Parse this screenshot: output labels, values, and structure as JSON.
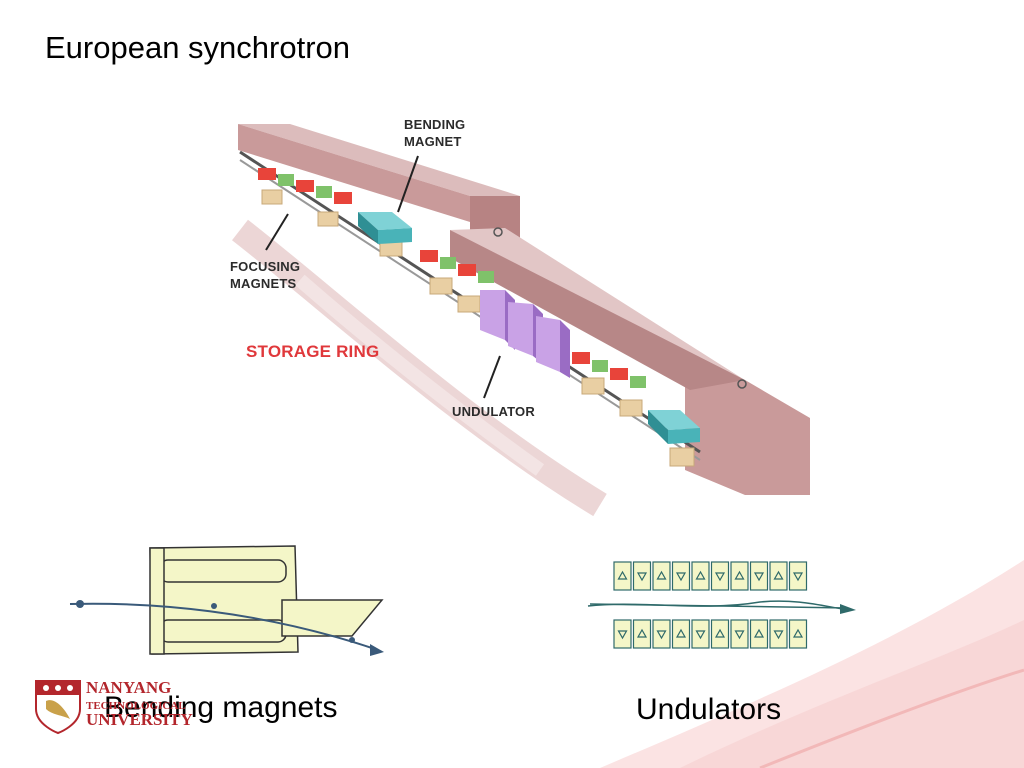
{
  "slide": {
    "title": "European synchrotron"
  },
  "diagram": {
    "labels": {
      "bending_magnet_line1": "BENDING",
      "bending_magnet_line2": "MAGNET",
      "focusing_magnets_line1": "FOCUSING",
      "focusing_magnets_line2": "MAGNETS",
      "storage_ring": "STORAGE RING",
      "undulator": "UNDULATOR"
    }
  },
  "captions": {
    "bending": "Bending magnets",
    "undulators": "Undulators"
  },
  "logo": {
    "line1": "NANYANG",
    "line2": "TECHNOLOGICAL",
    "line3": "UNIVERSITY"
  },
  "colors": {
    "wall": "#c99a9a",
    "wall_top": "#dcbcbc",
    "magnet_red": "#e8443a",
    "magnet_green": "#7fc26a",
    "bending_teal": "#49b3b8",
    "undulator_purple": "#b38ad6",
    "support": "#e9cfa3",
    "storage_ring_text": "#e0383b",
    "sketch_fill": "#f4f6c8",
    "logo_red": "#b3262c"
  }
}
